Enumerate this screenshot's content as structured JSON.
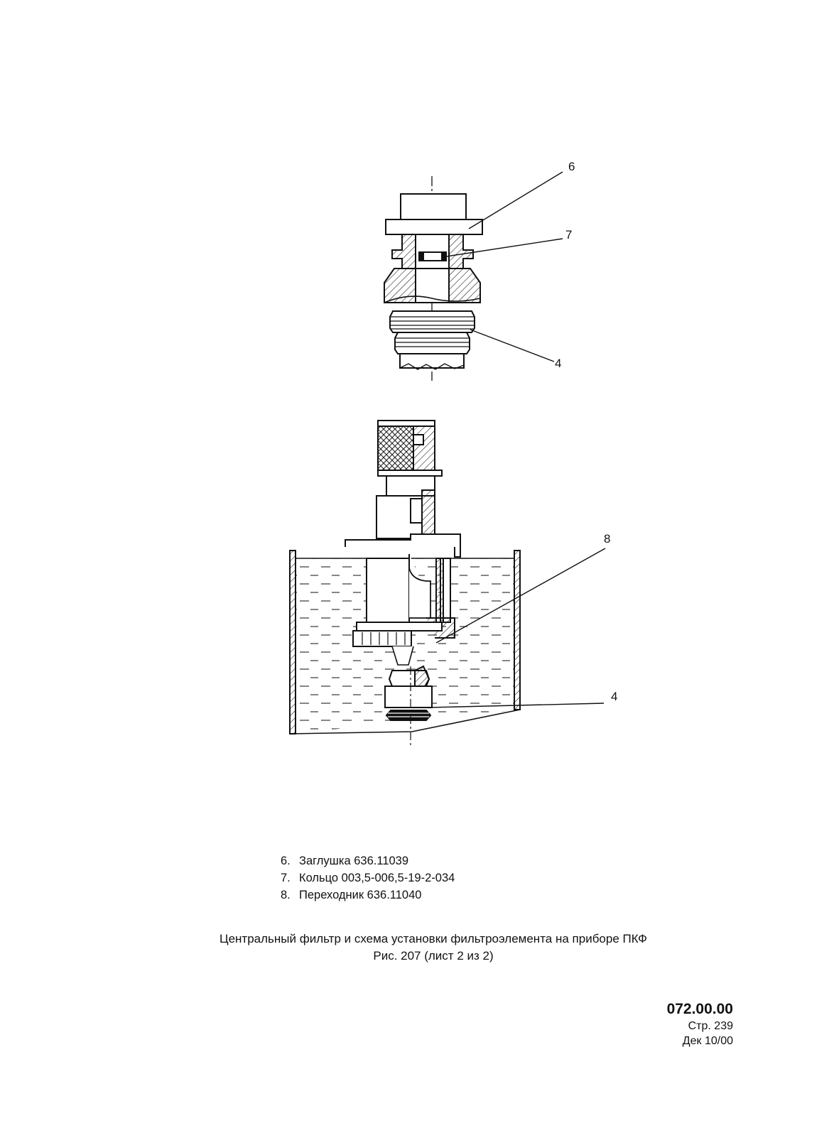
{
  "callouts": {
    "top_plug": "6",
    "top_ring": "7",
    "top_filter": "4",
    "bottom_adapter": "8",
    "bottom_filter": "4"
  },
  "parts_list": [
    {
      "num": "6.",
      "text": "Заглушка 636.11039"
    },
    {
      "num": "7.",
      "text": "Кольцо 003,5-006,5-19-2-034"
    },
    {
      "num": "8.",
      "text": "Переходник 636.11040"
    }
  ],
  "caption": {
    "line1": "Центральный фильтр и схема установки фильтроэлемента на приборе ПКФ",
    "line2": "Рис. 207 (лист 2 из 2)"
  },
  "document": {
    "number": "072.00.00",
    "page": "Стр. 239",
    "date": "Дек 10/00"
  }
}
